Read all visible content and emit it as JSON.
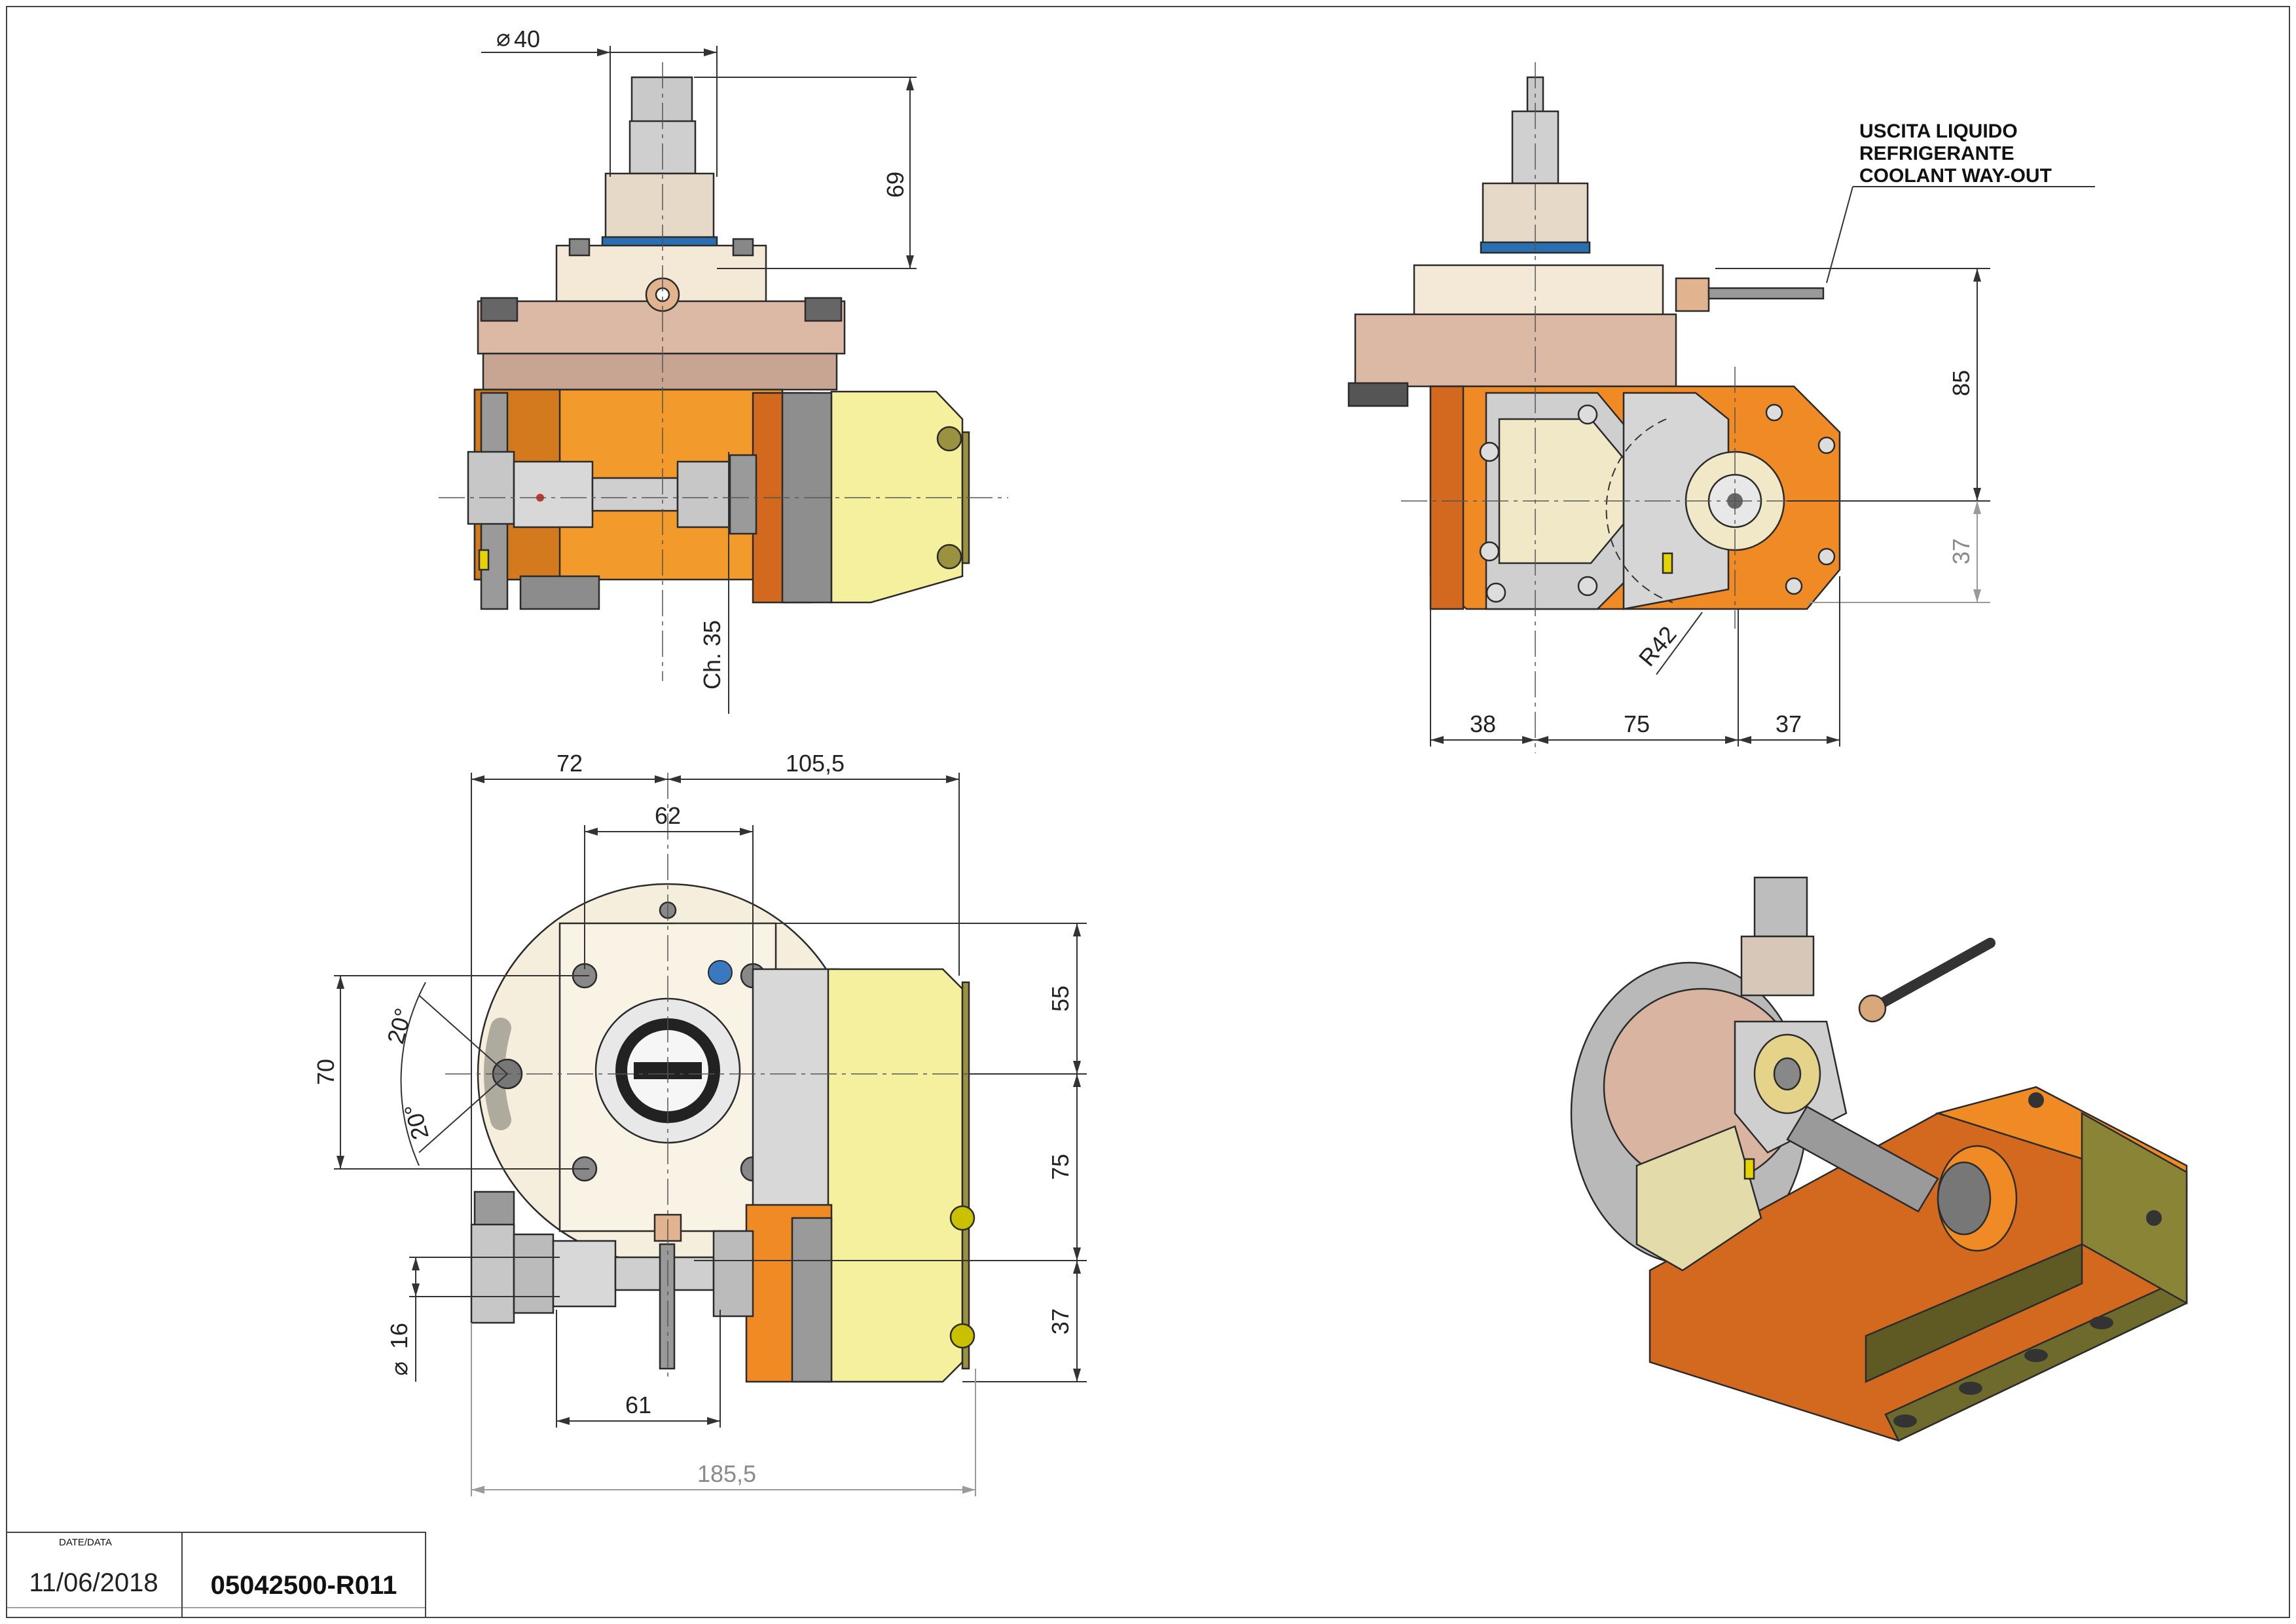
{
  "dimensions": {
    "front_view": {
      "diameter_shaft": "40",
      "height_shank": "69",
      "chamfer": "Ch. 35"
    },
    "side_view": {
      "coolant_note": [
        "USCITA LIQUIDO",
        "REFRIGERANTE",
        "COOLANT WAY-OUT"
      ],
      "height_85": "85",
      "height_37": "37",
      "radius": "R42",
      "width_38": "38",
      "width_75": "75",
      "width_37": "37"
    },
    "top_view": {
      "width_72": "72",
      "width_105_5": "105,5",
      "width_62": "62",
      "height_70": "70",
      "angle_upper": "20°",
      "angle_lower": "20°",
      "height_55": "55",
      "height_75": "75",
      "height_37": "37",
      "diameter_16": "16",
      "width_61": "61",
      "total_width": "185,5"
    }
  },
  "symbols": {
    "diameter": "⌀"
  },
  "title_block": {
    "date_label": "DATE/DATA",
    "date_value": "11/06/2018",
    "drawing_number": "05042500-R011"
  },
  "colors": {
    "orange": "#f08a24",
    "dark_orange": "#d2691e",
    "cream": "#f6eedc",
    "pale_yellow": "#f7f3a6",
    "olive": "#9a9240",
    "steel": "#a8a8a8",
    "pink_metal": "#d9b4a0"
  }
}
